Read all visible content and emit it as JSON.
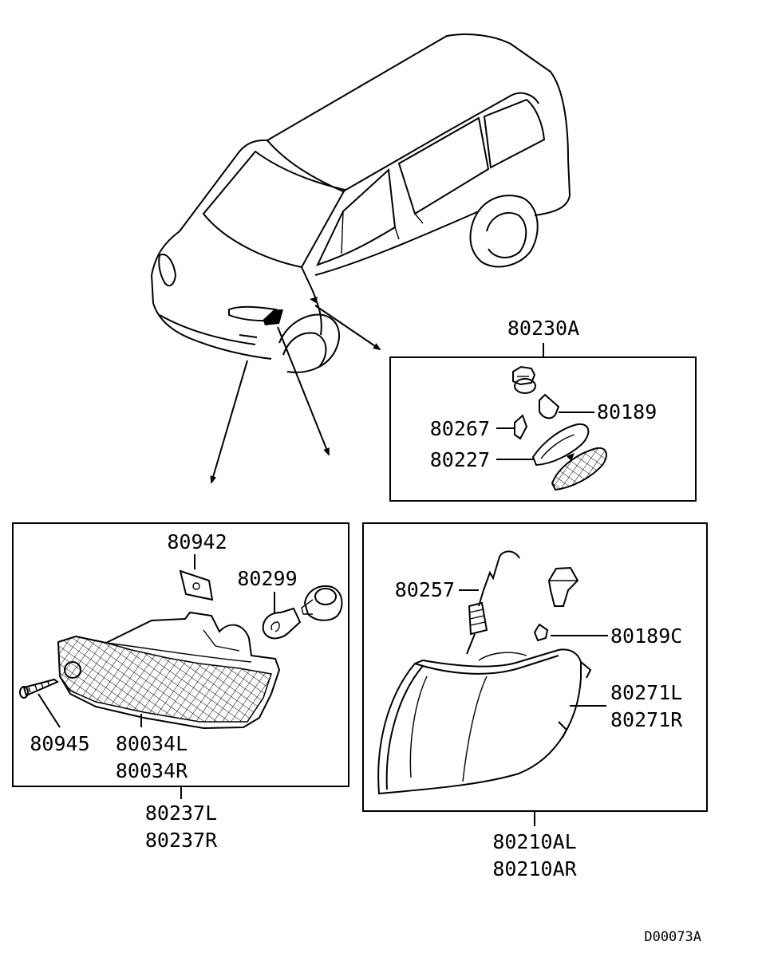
{
  "diagram_id": "D00073A",
  "groups": {
    "side_marker": {
      "assembly": "80230A",
      "parts": {
        "bulb": "80189",
        "socket_seal": "80267",
        "gasket": "80227"
      }
    },
    "bumper_lamp": {
      "assembly": [
        "80237L",
        "80237R"
      ],
      "parts": {
        "retainer": "80942",
        "bulb": "80299",
        "screw": "80945",
        "lens": [
          "80034L",
          "80034R"
        ]
      }
    },
    "corner_lamp": {
      "assembly": [
        "80210AL",
        "80210AR"
      ],
      "parts": {
        "harness": "80257",
        "bulb": "80189C",
        "lens": [
          "80271L",
          "80271R"
        ]
      }
    }
  }
}
